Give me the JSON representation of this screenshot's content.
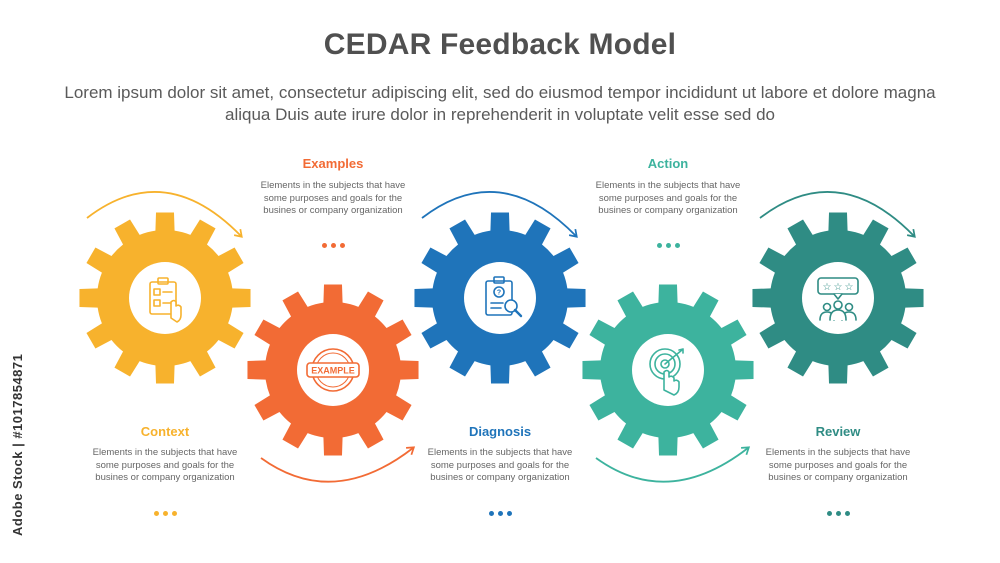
{
  "title": "CEDAR Feedback Model",
  "subtitle": "Lorem ipsum dolor sit amet, consectetur adipiscing elit, sed do eiusmod tempor incididunt ut labore et dolore magna aliqua Duis aute irure dolor in reprehenderit in voluptate velit esse sed do",
  "steps": [
    {
      "label": "Context",
      "description": "Elements in the subjects that have some purposes and goals for the busines or company organization",
      "color": "#F7B22D",
      "icon": "clipboard-hand-icon",
      "icon_text": ""
    },
    {
      "label": "Examples",
      "description": "Elements in the subjects that have some purposes and goals for the busines or company organization",
      "color": "#F26B35",
      "icon": "example-stamp-icon",
      "icon_text": "EXAMPLE"
    },
    {
      "label": "Diagnosis",
      "description": "Elements in the subjects that have some purposes and goals for the busines or company organization",
      "color": "#1F74BA",
      "icon": "clipboard-magnifier-icon",
      "icon_text": ""
    },
    {
      "label": "Action",
      "description": "Elements in the subjects that have some purposes and goals for the busines or company organization",
      "color": "#3DB39E",
      "icon": "target-hand-icon",
      "icon_text": ""
    },
    {
      "label": "Review",
      "description": "Elements in the subjects that have some purposes and goals for the busines or company organization",
      "color": "#2F8C84",
      "icon": "rating-people-icon",
      "icon_text": ""
    }
  ],
  "watermark": "Adobe Stock | #1017854871"
}
